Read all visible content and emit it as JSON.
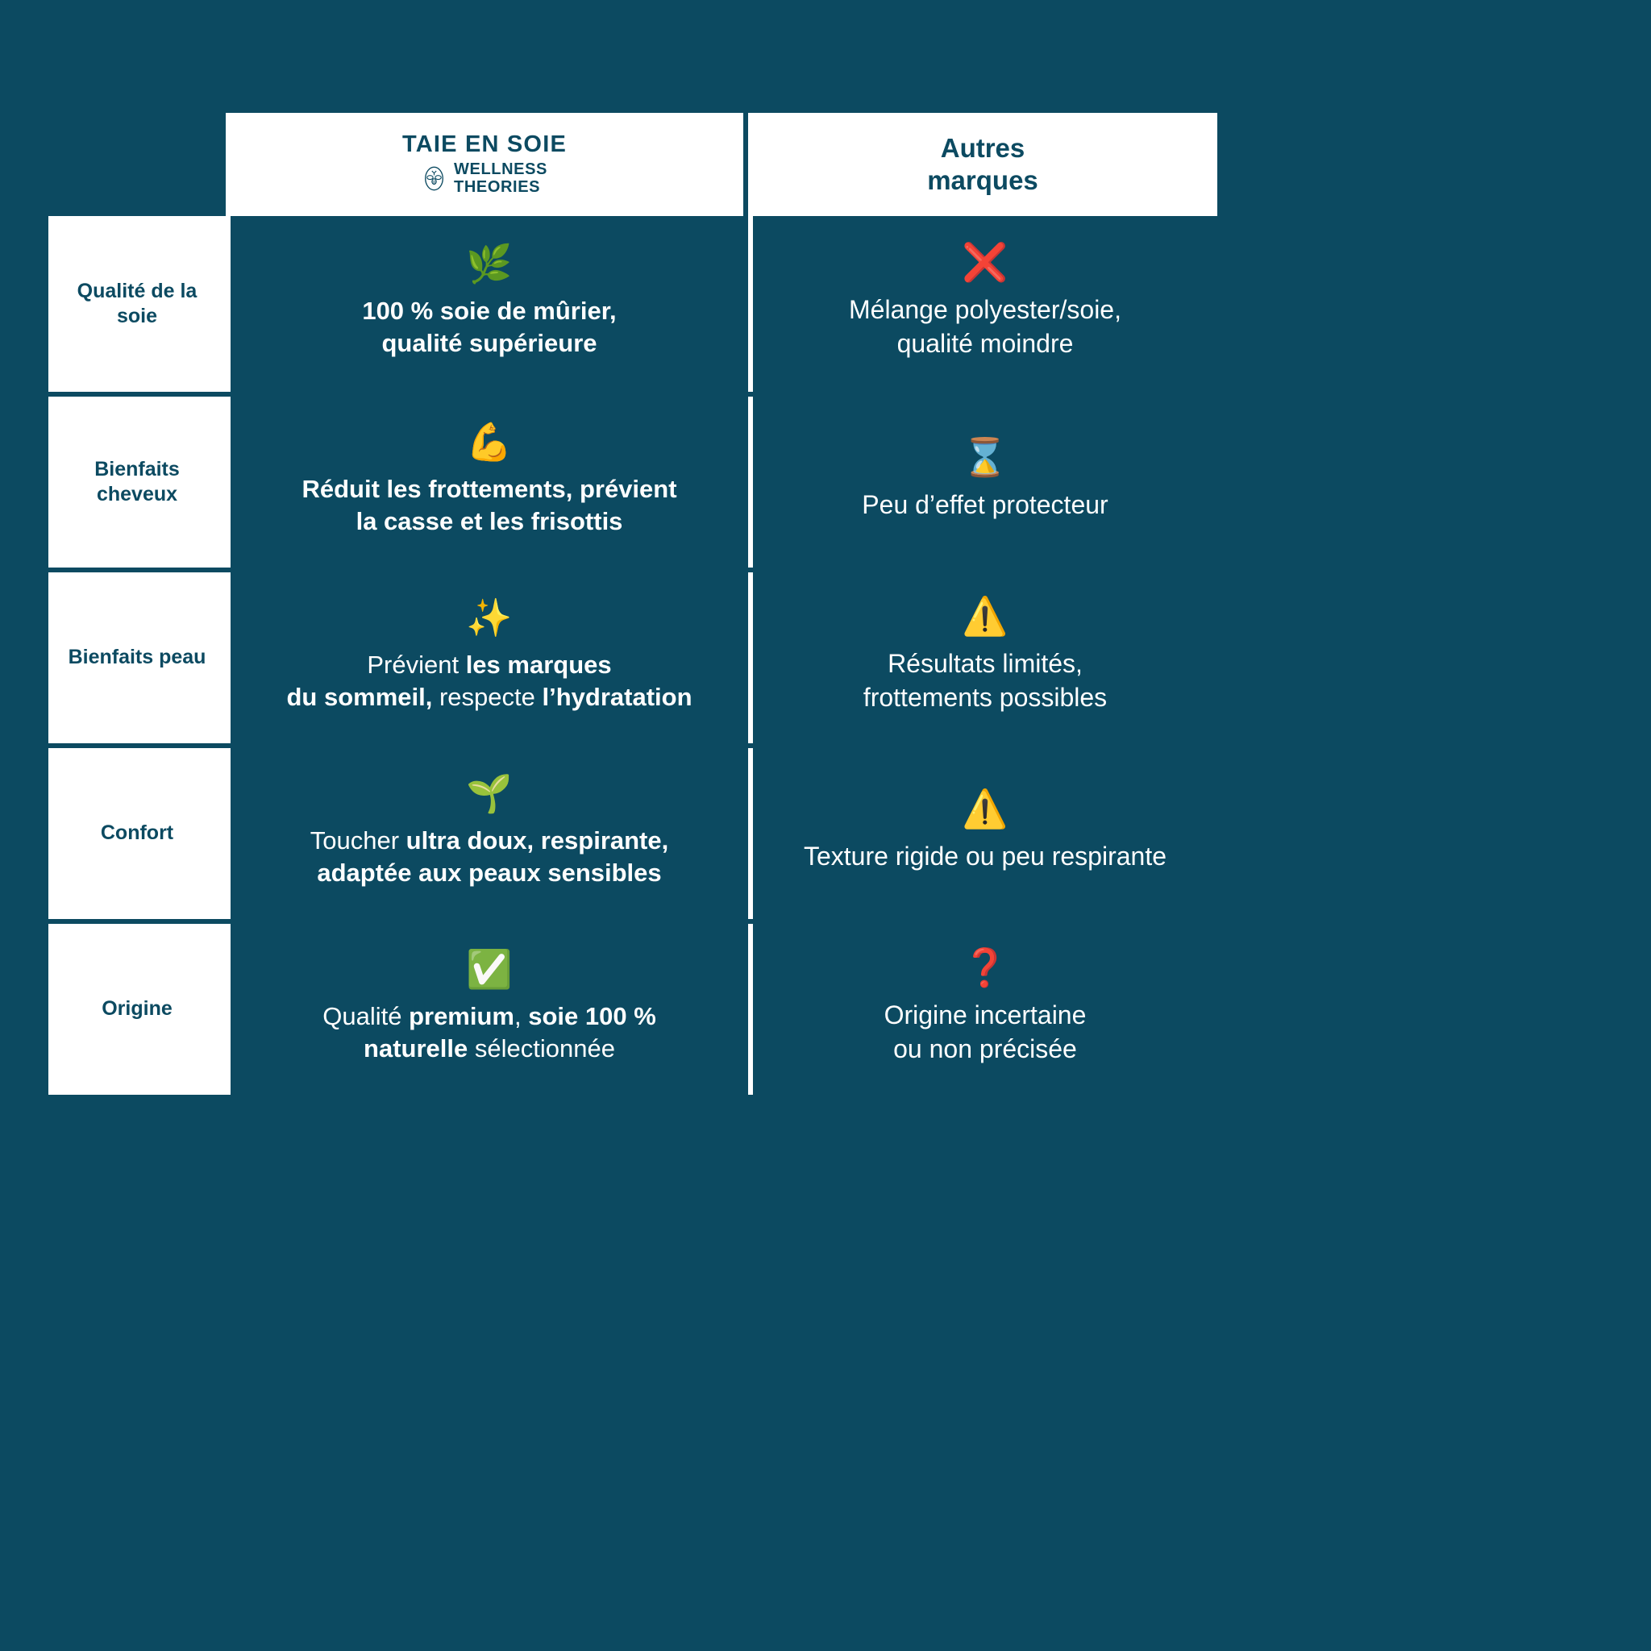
{
  "theme": {
    "background": "#0c4a61",
    "panel": "#ffffff",
    "text_on_dark": "#ffffff",
    "text_on_light": "#0c4a61",
    "negative": "#ef1111"
  },
  "header": {
    "ours": {
      "title": "TAIE EN SOIE",
      "logo_line1": "WELLNESS",
      "logo_line2": "THEORIES",
      "logo_icon": "wellness-theories-bee-badge-icon"
    },
    "other": {
      "line1": "Autres",
      "line2": "marques"
    }
  },
  "rows": [
    {
      "label": "Qualité de la soie",
      "ours": {
        "icon": "herb-emoji",
        "icon_glyph": "🌿",
        "text_html": "100 % soie de mûrier,<br>qualité supérieure",
        "text_plain": "100 % soie de mûrier, qualité supérieure"
      },
      "other": {
        "icon": "cross-mark-emoji",
        "icon_glyph": "❌",
        "text_html": "Mélange polyester/soie,<br>qualité moindre",
        "text_plain": "Mélange polyester/soie, qualité moindre"
      }
    },
    {
      "label": "Bienfaits cheveux",
      "ours": {
        "icon": "flexed-biceps-emoji",
        "icon_glyph": "💪",
        "text_html": "Réduit les frottements, prévient<br>la casse et les frisottis",
        "text_plain": "Réduit les frottements, prévient la casse et les frisottis"
      },
      "other": {
        "icon": "hourglass-emoji",
        "icon_glyph": "⌛",
        "text_html": "Peu d’effet protecteur",
        "text_plain": "Peu d’effet protecteur"
      }
    },
    {
      "label": "Bienfaits peau",
      "ours": {
        "icon": "sparkles-emoji",
        "icon_glyph": "✨",
        "text_html": "Prévient <b>les marques</b><br><b>du sommeil,</b> respecte <b>l’hydratation</b>",
        "text_plain": "Prévient les marques du sommeil, respecte l’hydratation",
        "mixed_weight": true
      },
      "other": {
        "icon": "warning-emoji",
        "icon_glyph": "⚠️",
        "text_html": "Résultats limités,<br>frottements possibles",
        "text_plain": "Résultats limités, frottements possibles"
      }
    },
    {
      "label": "Confort",
      "ours": {
        "icon": "seedling-emoji",
        "icon_glyph": "🌱",
        "text_html": "Toucher <b>ultra doux, respirante,</b><br><b>adaptée aux peaux sensibles</b>",
        "text_plain": "Toucher ultra doux, respirante, adaptée aux peaux sensibles",
        "mixed_weight": true
      },
      "other": {
        "icon": "warning-emoji",
        "icon_glyph": "⚠️",
        "text_html": "Texture rigide ou peu respirante",
        "text_plain": "Texture rigide ou peu respirante"
      }
    },
    {
      "label": "Origine",
      "ours": {
        "icon": "check-mark-button-emoji",
        "icon_glyph": "✅",
        "text_html": "Qualité <b>premium</b>, <b>soie 100 %</b><br><b>naturelle</b> sélectionnée",
        "text_plain": "Qualité premium, soie 100 % naturelle sélectionnée",
        "mixed_weight": true
      },
      "other": {
        "icon": "question-mark-emoji",
        "icon_glyph": "❓",
        "text_html": "Origine incertaine<br>ou non précisée",
        "text_plain": "Origine incertaine ou non précisée"
      }
    }
  ]
}
